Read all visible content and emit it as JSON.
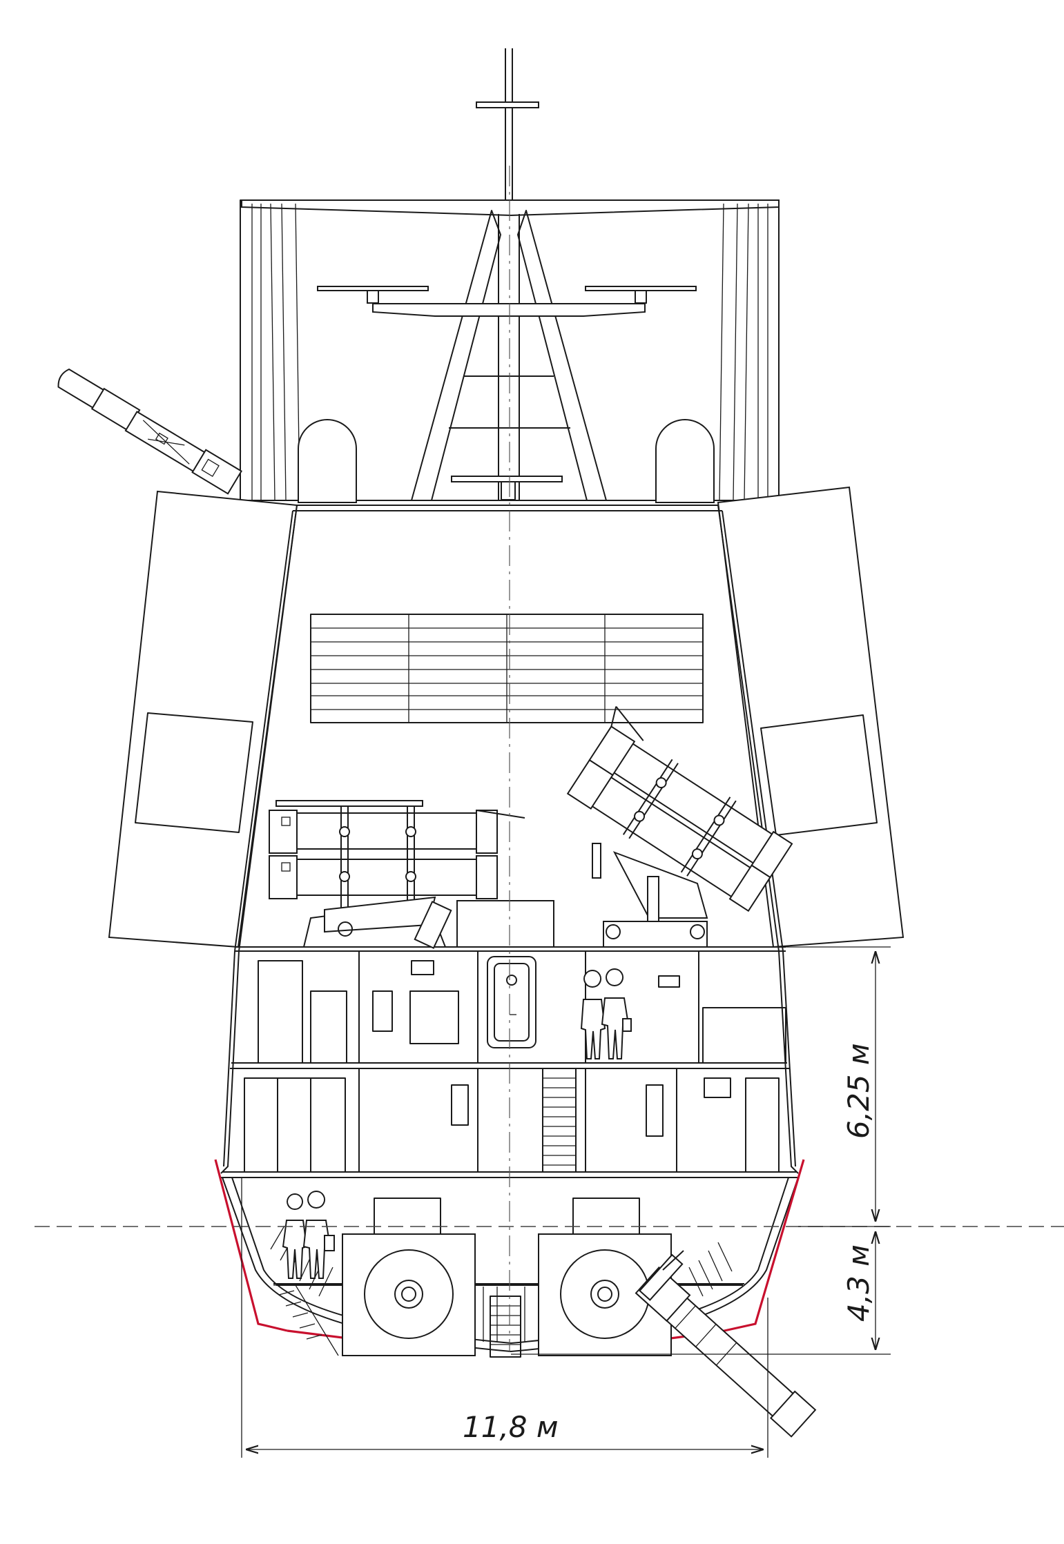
{
  "dimensions": {
    "upper_height": "6,25 м",
    "lower_height": "4,3 м",
    "beam_width": "11,8 м"
  },
  "colors": {
    "outline": "#1a1a1a",
    "hull_highlight": "#c8102e",
    "background": "#ffffff"
  }
}
